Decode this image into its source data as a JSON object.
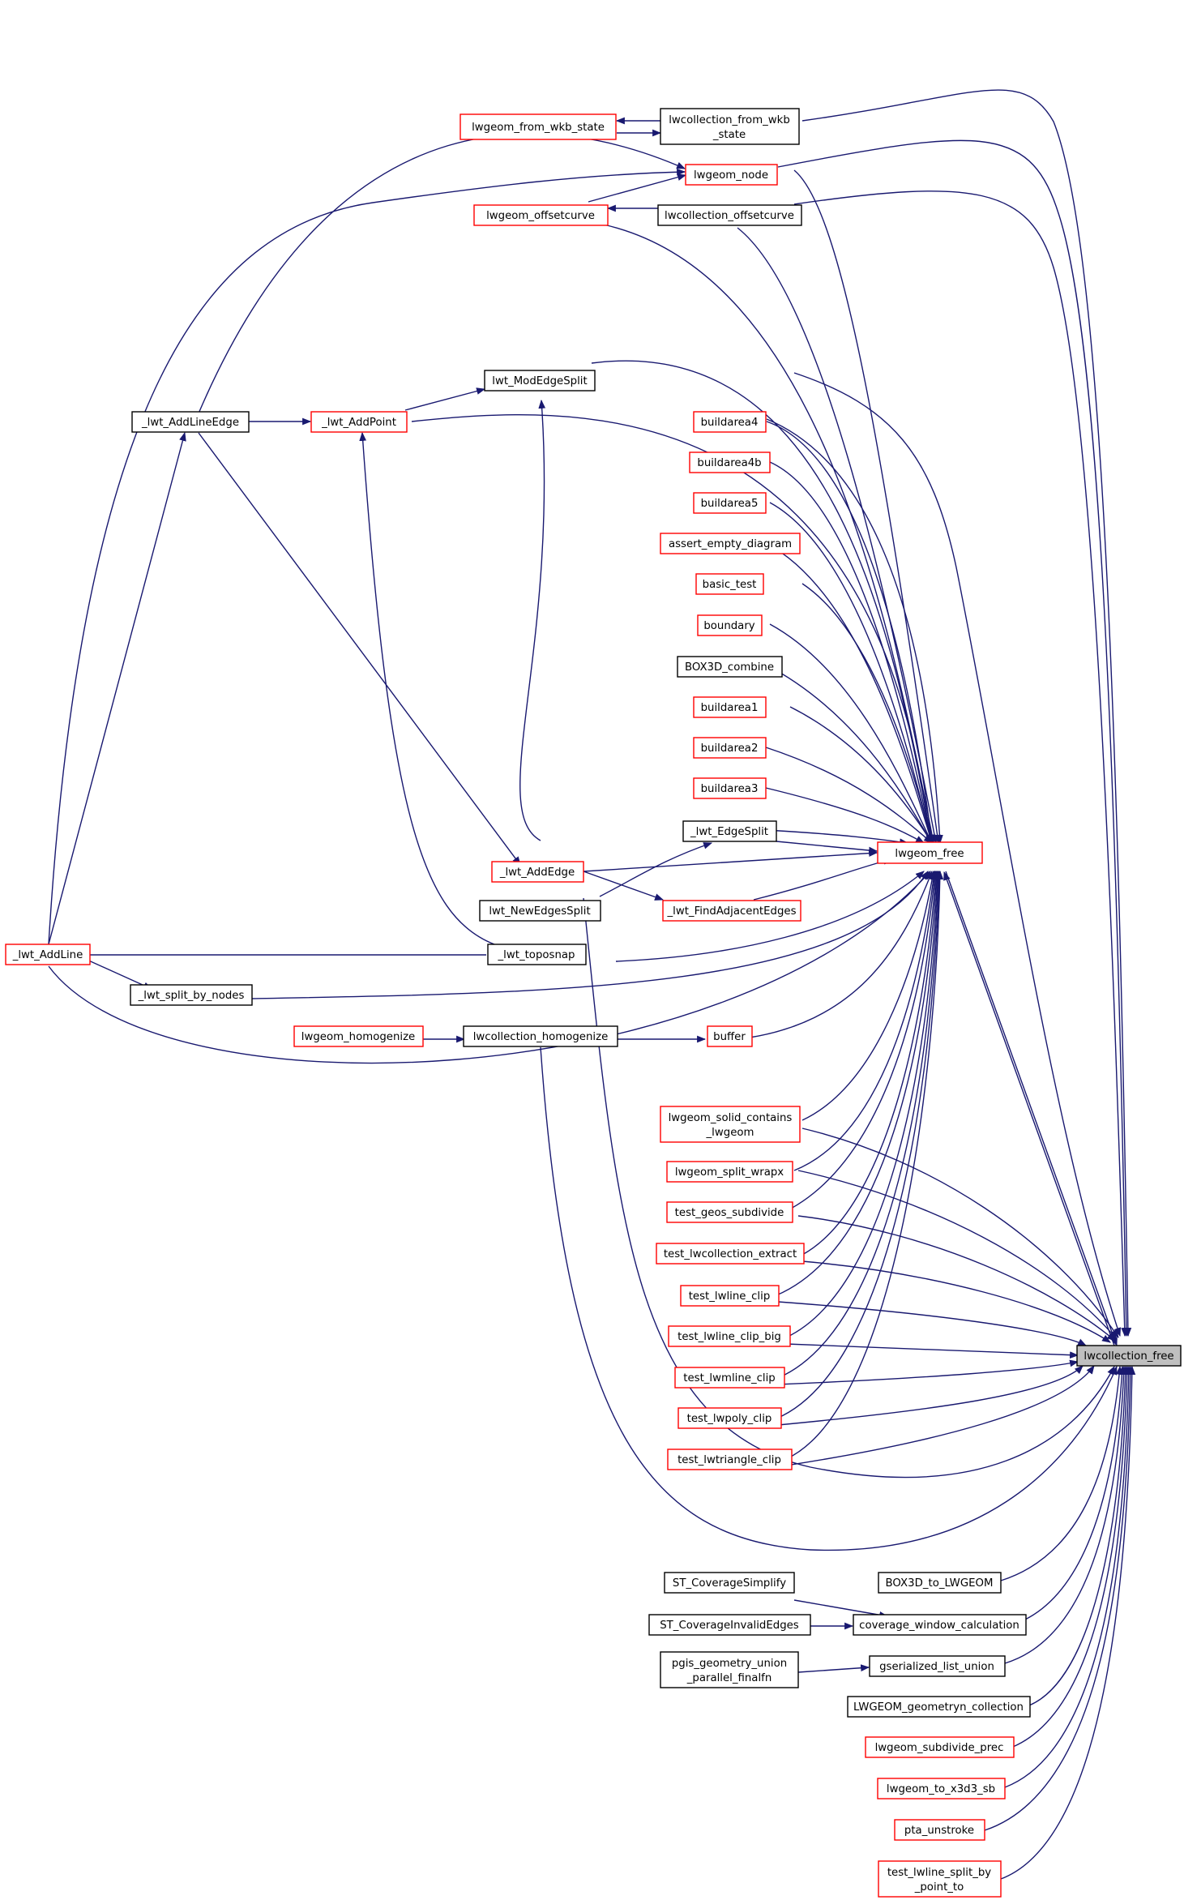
{
  "focus_function": "lwcollection_free",
  "colors": {
    "edge": "#191970",
    "link_border_documented": "#000000",
    "link_border_undocumented": "#ff0000",
    "focus_fill": "#bfbfbf"
  },
  "nodes": {
    "lwcollection_free": "lwcollection_free",
    "lwgeom_free": "lwgeom_free",
    "lwgeom_from_wkb_state": "lwgeom_from_wkb_state",
    "lwcollection_from_wkb_l1": "lwcollection_from_wkb",
    "lwcollection_from_wkb_l2": "_state",
    "lwgeom_node": "lwgeom_node",
    "lwgeom_offsetcurve": "lwgeom_offsetcurve",
    "lwcollection_offsetcurve": "lwcollection_offsetcurve",
    "lwt_ModEdgeSplit": "lwt_ModEdgeSplit",
    "lwt_AddLineEdge": "_lwt_AddLineEdge",
    "lwt_AddPoint": "_lwt_AddPoint",
    "buildarea4": "buildarea4",
    "buildarea4b": "buildarea4b",
    "buildarea5": "buildarea5",
    "assert_empty_diagram": "assert_empty_diagram",
    "basic_test": "basic_test",
    "boundary": "boundary",
    "BOX3D_combine": "BOX3D_combine",
    "buildarea1": "buildarea1",
    "buildarea2": "buildarea2",
    "buildarea3": "buildarea3",
    "lwt_EdgeSplit": "_lwt_EdgeSplit",
    "lwt_AddEdge": "_lwt_AddEdge",
    "lwt_FindAdjacentEdges": "_lwt_FindAdjacentEdges",
    "lwt_NewEdgesSplit": "lwt_NewEdgesSplit",
    "lwt_AddLine": "_lwt_AddLine",
    "lwt_toposnap": "_lwt_toposnap",
    "lwt_split_by_nodes": "_lwt_split_by_nodes",
    "lwgeom_homogenize": "lwgeom_homogenize",
    "lwcollection_homogenize": "lwcollection_homogenize",
    "buffer": "buffer",
    "lwgeom_solid_contains_l1": "lwgeom_solid_contains",
    "lwgeom_solid_contains_l2": "_lwgeom",
    "lwgeom_split_wrapx": "lwgeom_split_wrapx",
    "test_geos_subdivide": "test_geos_subdivide",
    "test_lwcollection_extract": "test_lwcollection_extract",
    "test_lwline_clip": "test_lwline_clip",
    "test_lwline_clip_big": "test_lwline_clip_big",
    "test_lwmline_clip": "test_lwmline_clip",
    "test_lwpoly_clip": "test_lwpoly_clip",
    "test_lwtriangle_clip": "test_lwtriangle_clip",
    "BOX3D_to_LWGEOM": "BOX3D_to_LWGEOM",
    "ST_CoverageSimplify": "ST_CoverageSimplify",
    "coverage_window_calculation": "coverage_window_calculation",
    "ST_CoverageInvalidEdges": "ST_CoverageInvalidEdges",
    "pgis_union_l1": "pgis_geometry_union",
    "pgis_union_l2": "_parallel_finalfn",
    "gserialized_list_union": "gserialized_list_union",
    "LWGEOM_geometryn_collection": "LWGEOM_geometryn_collection",
    "lwgeom_subdivide_prec": "lwgeom_subdivide_prec",
    "lwgeom_to_x3d3_sb": "lwgeom_to_x3d3_sb",
    "ptarray_unstroke": "pta_unstroke",
    "test_lwline_split_l1": "test_lwline_split_by",
    "test_lwline_split_l2": "_point_to"
  }
}
